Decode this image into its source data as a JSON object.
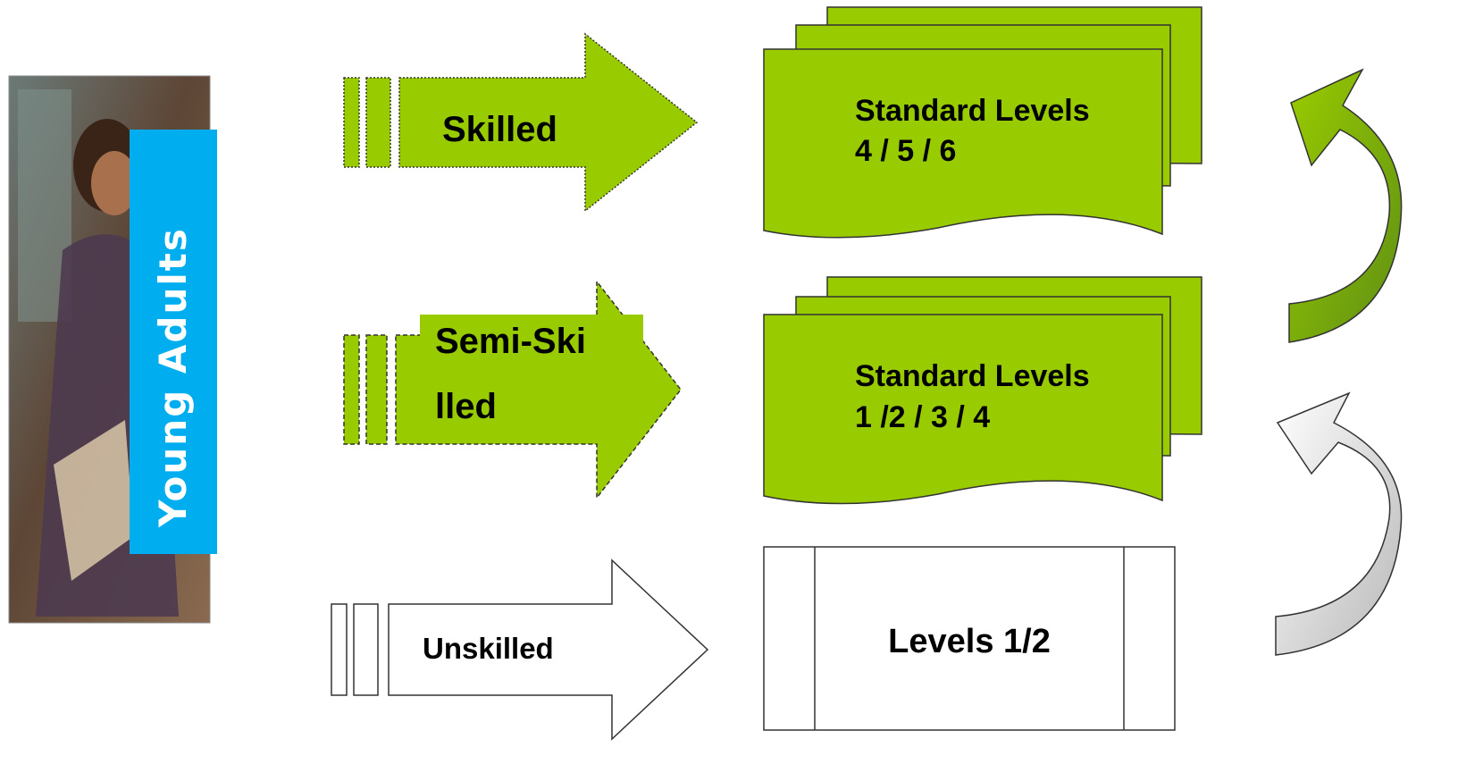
{
  "side_label": "Young Adults",
  "photo": {
    "description_icon": "person-reading-photo"
  },
  "rows": [
    {
      "arrow_label_line1": "Skilled",
      "arrow_label_line2": "",
      "doc_line1": "Standard Levels",
      "doc_line2": "4 / 5 / 6"
    },
    {
      "arrow_label_line1": "Semi-Ski",
      "arrow_label_line2": "lled",
      "doc_line1": "Standard Levels",
      "doc_line2": "1 /2 / 3 / 4"
    },
    {
      "arrow_label_line1": "Unskilled",
      "arrow_label_line2": "",
      "doc_line1": "Levels 1/2",
      "doc_line2": ""
    }
  ],
  "colors": {
    "green": "#99cc00",
    "dark_green": "#6b9a10",
    "cyan": "#00aeef",
    "grey": "#c8c8c8"
  }
}
